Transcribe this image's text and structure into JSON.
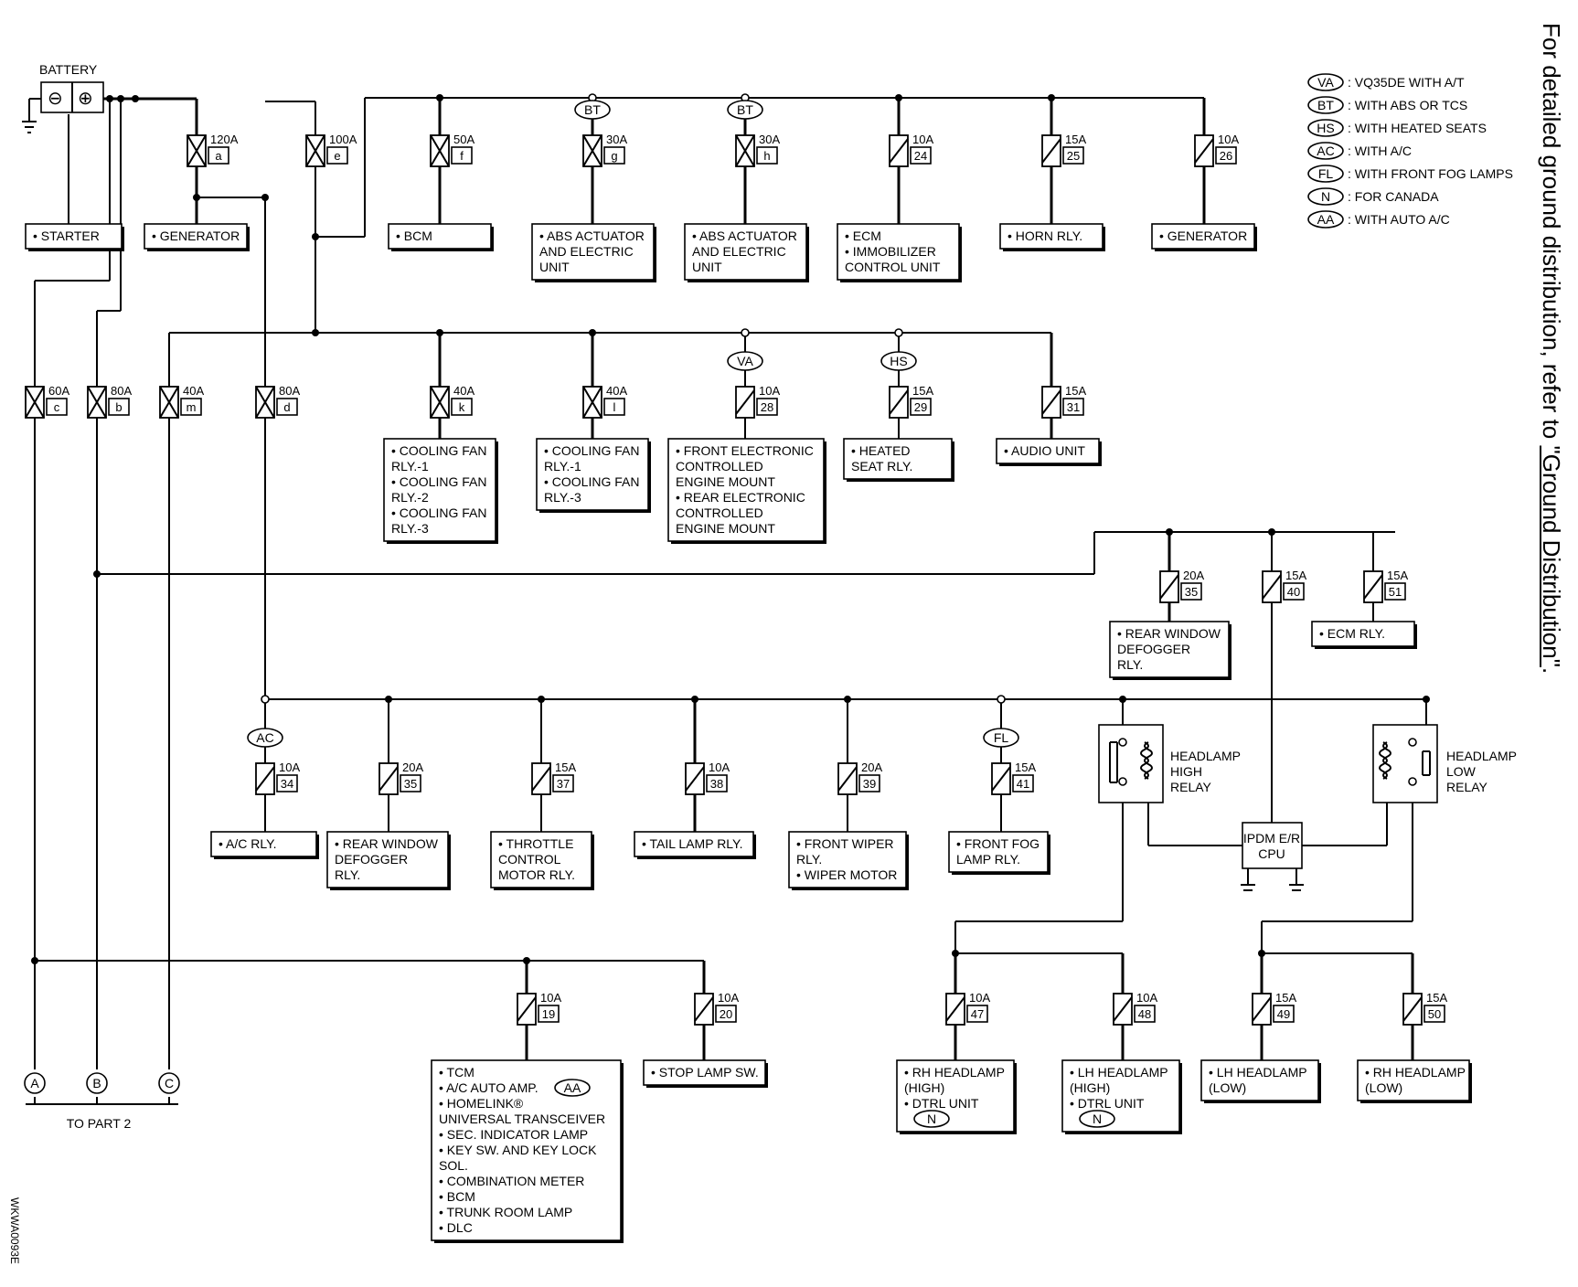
{
  "side_note": {
    "prefix": "For detailed ground distribution, refer to ",
    "link": "\"Ground Distribution\"",
    "suffix": "."
  },
  "battery": {
    "label": "BATTERY",
    "minus": "⊖",
    "plus": "⊕"
  },
  "legend": [
    {
      "code": "VA",
      "text": ": VQ35DE WITH A/T"
    },
    {
      "code": "BT",
      "text": ": WITH ABS OR TCS"
    },
    {
      "code": "HS",
      "text": ": WITH HEATED SEATS"
    },
    {
      "code": "AC",
      "text": ": WITH A/C"
    },
    {
      "code": "FL",
      "text": ": WITH FRONT FOG LAMPS"
    },
    {
      "code": "N",
      "text": ": FOR CANADA"
    },
    {
      "code": "AA",
      "text": ": WITH AUTO A/C"
    }
  ],
  "fuses": {
    "f120a": {
      "amp": "120A",
      "id": "a"
    },
    "f100a": {
      "amp": "100A",
      "id": "e"
    },
    "f50a": {
      "amp": "50A",
      "id": "f"
    },
    "f30g": {
      "amp": "30A",
      "id": "g",
      "cond": "BT"
    },
    "f30h": {
      "amp": "30A",
      "id": "h",
      "cond": "BT"
    },
    "f24": {
      "amp": "10A",
      "id": "24"
    },
    "f25": {
      "amp": "15A",
      "id": "25"
    },
    "f26": {
      "amp": "10A",
      "id": "26"
    },
    "f60c": {
      "amp": "60A",
      "id": "c"
    },
    "f80b": {
      "amp": "80A",
      "id": "b"
    },
    "f40m": {
      "amp": "40A",
      "id": "m"
    },
    "f80d": {
      "amp": "80A",
      "id": "d"
    },
    "f40k": {
      "amp": "40A",
      "id": "k"
    },
    "f40l": {
      "amp": "40A",
      "id": "l"
    },
    "f28": {
      "amp": "10A",
      "id": "28",
      "cond": "VA"
    },
    "f29": {
      "amp": "15A",
      "id": "29",
      "cond": "HS"
    },
    "f31": {
      "amp": "15A",
      "id": "31"
    },
    "f35a": {
      "amp": "20A",
      "id": "35"
    },
    "f40": {
      "amp": "15A",
      "id": "40"
    },
    "f51": {
      "amp": "15A",
      "id": "51"
    },
    "f34": {
      "amp": "10A",
      "id": "34",
      "cond": "AC"
    },
    "f35b": {
      "amp": "20A",
      "id": "35"
    },
    "f37": {
      "amp": "15A",
      "id": "37"
    },
    "f38": {
      "amp": "10A",
      "id": "38"
    },
    "f39": {
      "amp": "20A",
      "id": "39"
    },
    "f41": {
      "amp": "15A",
      "id": "41",
      "cond": "FL"
    },
    "f19": {
      "amp": "10A",
      "id": "19"
    },
    "f20": {
      "amp": "10A",
      "id": "20"
    },
    "f47": {
      "amp": "10A",
      "id": "47"
    },
    "f48": {
      "amp": "10A",
      "id": "48"
    },
    "f49": {
      "amp": "15A",
      "id": "49"
    },
    "f50": {
      "amp": "15A",
      "id": "50"
    }
  },
  "loads": {
    "starter": [
      "• STARTER"
    ],
    "generator1": [
      "• GENERATOR"
    ],
    "bcm": [
      "• BCM"
    ],
    "abs_g": [
      "• ABS ACTUATOR",
      "  AND ELECTRIC",
      "  UNIT"
    ],
    "abs_h": [
      "• ABS ACTUATOR",
      "  AND ELECTRIC",
      "  UNIT"
    ],
    "ecm": [
      "• ECM",
      "• IMMOBILIZER",
      "  CONTROL UNIT"
    ],
    "horn": [
      "• HORN RLY."
    ],
    "generator2": [
      "• GENERATOR"
    ],
    "cooling_k": [
      "• COOLING FAN",
      "  RLY.-1",
      "• COOLING FAN",
      "  RLY.-2",
      "• COOLING FAN",
      "  RLY.-3"
    ],
    "cooling_l": [
      "• COOLING FAN",
      "  RLY.-1",
      "• COOLING FAN",
      "  RLY.-3"
    ],
    "engine_mount": [
      "• FRONT ELECTRONIC",
      "  CONTROLLED",
      "  ENGINE MOUNT",
      "• REAR ELECTRONIC",
      "  CONTROLLED",
      "  ENGINE MOUNT"
    ],
    "heated_seat": [
      "• HEATED",
      "  SEAT RLY."
    ],
    "audio": [
      "• AUDIO UNIT"
    ],
    "rear_defog_a": [
      "• REAR WINDOW",
      "  DEFOGGER",
      "  RLY."
    ],
    "ecm_rly": [
      "• ECM RLY."
    ],
    "ac_rly": [
      "• A/C RLY."
    ],
    "rear_defog_b": [
      "• REAR WINDOW",
      "  DEFOGGER",
      "  RLY."
    ],
    "throttle": [
      "• THROTTLE",
      "  CONTROL",
      "  MOTOR RLY."
    ],
    "tail_lamp": [
      "• TAIL LAMP RLY."
    ],
    "wiper": [
      "• FRONT WIPER",
      "  RLY.",
      "• WIPER MOTOR"
    ],
    "fog_lamp": [
      "• FRONT FOG",
      "  LAMP RLY."
    ],
    "tcm_group": [
      "• TCM",
      "• A/C AUTO AMP.",
      "• HOMELINK®",
      "  UNIVERSAL TRANSCEIVER",
      "• SEC. INDICATOR LAMP",
      "• KEY SW. AND KEY LOCK",
      "  SOL.",
      "• COMBINATION METER",
      "• BCM",
      "• TRUNK ROOM LAMP",
      "• DLC"
    ],
    "stop_lamp": [
      "• STOP LAMP SW."
    ],
    "rh_high": [
      "• RH HEADLAMP",
      "  (HIGH)",
      "• DTRL UNIT"
    ],
    "lh_high": [
      "• LH HEADLAMP",
      "  (HIGH)",
      "• DTRL UNIT"
    ],
    "lh_low": [
      "• LH HEADLAMP",
      "  (LOW)"
    ],
    "rh_low": [
      "• RH HEADLAMP",
      "  (LOW)"
    ]
  },
  "load_conds": {
    "tcm_aa": "AA",
    "rh_high_n": "N",
    "lh_high_n": "N"
  },
  "relays": {
    "high": [
      "HEADLAMP",
      "HIGH",
      "RELAY"
    ],
    "low": [
      "HEADLAMP",
      "LOW",
      "RELAY"
    ]
  },
  "ipdm": [
    "IPDM E/R",
    "CPU"
  ],
  "connectors": [
    "A",
    "B",
    "C"
  ],
  "to_part": "TO PART 2",
  "image_code": "WKWA0093E"
}
